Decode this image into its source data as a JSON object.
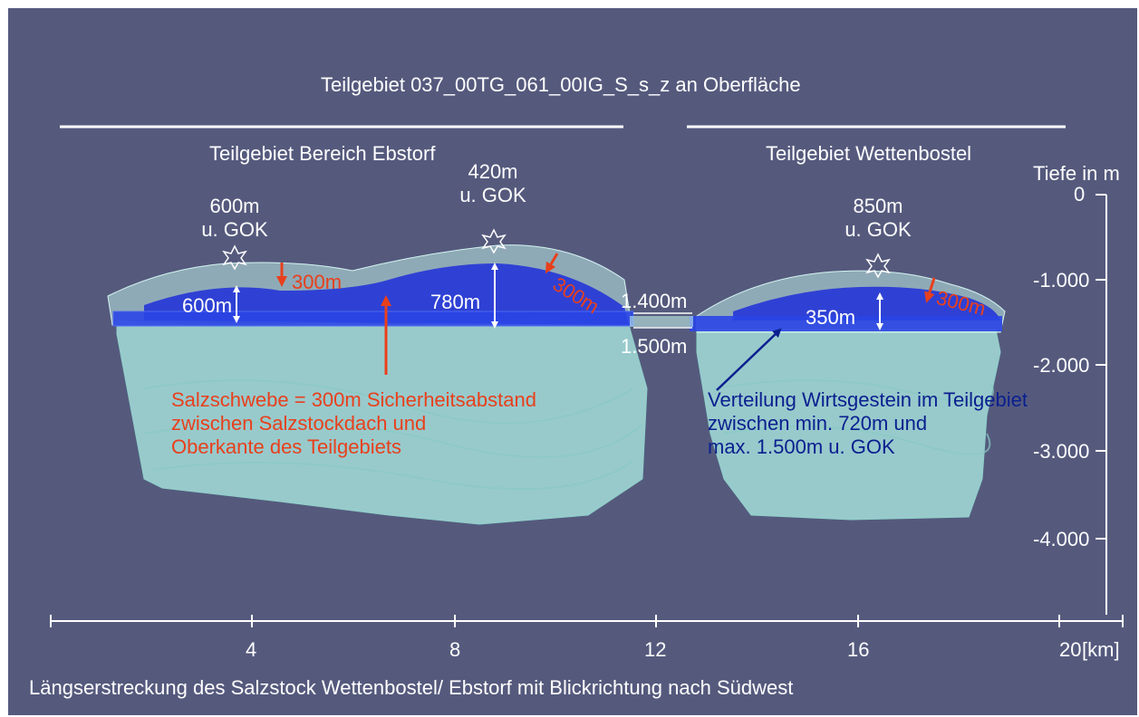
{
  "title": "Teilgebiet 037_00TG_061_00IG_S_s_z an Oberfläche",
  "sections": {
    "left": "Teilgebiet Bereich Ebstorf",
    "right": "Teilgebiet Wettenbostel"
  },
  "depth_axis": {
    "label": "Tiefe in m",
    "ticks": [
      "0",
      "-1.000",
      "-2.000",
      "-3.000",
      "-4.000"
    ]
  },
  "length_axis": {
    "ticks": [
      "4",
      "8",
      "12",
      "16",
      "20"
    ],
    "unit": "[km]",
    "caption": "Längserstreckung des Salzstock Wettenbostel/ Ebstorf mit Blickrichtung nach Südwest"
  },
  "markers": [
    {
      "depth": "600m",
      "ref": "u. GOK"
    },
    {
      "depth": "420m",
      "ref": "u. GOK"
    },
    {
      "depth": "850m",
      "ref": "u. GOK"
    }
  ],
  "thickness_labels": [
    "600m",
    "780m",
    "350m"
  ],
  "offset_labels": [
    "300m",
    "300m",
    "300m"
  ],
  "gap_labels": [
    "1.400m",
    "1.500m"
  ],
  "annotations": {
    "salzschwebe": "Salzschwebe = 300m Sicherheitsabstand\nzwischen Salzstockdach und\nOberkante des Teilgebiets",
    "verteilung": "Verteilung Wirtsgestein im Teilgebiet\nzwischen min. 720m und\nmax. 1.500m u. GOK"
  },
  "colors": {
    "background": "#555A7D",
    "salt_body": "#A9E6E0",
    "host_rock": "#1E2FD9",
    "red_annotation": "#E8401C",
    "blue_annotation": "#0A1F8F"
  }
}
